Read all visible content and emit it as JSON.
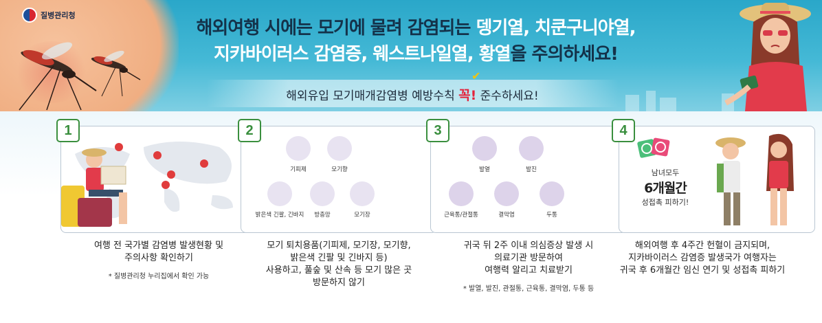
{
  "header": {
    "org_name": "질병관리청",
    "title_line1_prefix": "해외여행 시에는 모기에 물려 감염되는 ",
    "title_line1_highlight": "뎅기열, 치쿤구니야열,",
    "title_line2_highlight": "지카바이러스 감염증, 웨스트나일열, 황열",
    "title_line2_suffix": "을 주의하세요!",
    "subtitle_prefix": "해외유입 모기매개감염병 예방수칙 ",
    "subtitle_emphasis": "꼭!",
    "subtitle_suffix": " 준수하세요!",
    "check_icon": "check-icon"
  },
  "steps": [
    {
      "number": "1",
      "desc_lines": [
        "여행 전 국가별 감염병 발생현황 및",
        "주의사항 확인하기"
      ],
      "note": "* 질병관리청 누리집에서 확인 가능",
      "illustration": "world-map-traveler"
    },
    {
      "number": "2",
      "items": [
        "기피제",
        "모기향",
        "밝은색 긴팔, 긴바지",
        "방충망",
        "모기장"
      ],
      "desc_lines": [
        "모기 퇴치용품(기피제, 모기장, 모기향,",
        "밝은색 긴팔 및 긴바지 등)",
        "사용하고, 풀숲 및 산속 등 모기 많은 곳",
        "방문하지 않기"
      ]
    },
    {
      "number": "3",
      "symptoms": [
        "발열",
        "발진",
        "근육통/관절통",
        "결막염",
        "두통"
      ],
      "desc_lines": [
        "귀국 뒤 2주 이내 의심증상 발생 시",
        "의료기관 방문하여",
        "여행력 알리고 치료받기"
      ],
      "note": "* 발열, 발진, 관절통, 근육통, 결막염, 두통 등"
    },
    {
      "number": "4",
      "campaign": {
        "line1": "남녀모두",
        "line2": "6개월간",
        "line3": "성접촉 피하기!"
      },
      "desc_lines": [
        "해외여행 후 4주간 헌혈이 금지되며,",
        "지카바이러스 감염증 발생국가 여행자는",
        "귀국 후 6개월간 임신 연기 및 성접촉 피하기"
      ]
    }
  ],
  "colors": {
    "banner": "#2aa7c9",
    "title": "#14324a",
    "emphasis": "#e4233b",
    "badge": "#3a8f3e"
  }
}
